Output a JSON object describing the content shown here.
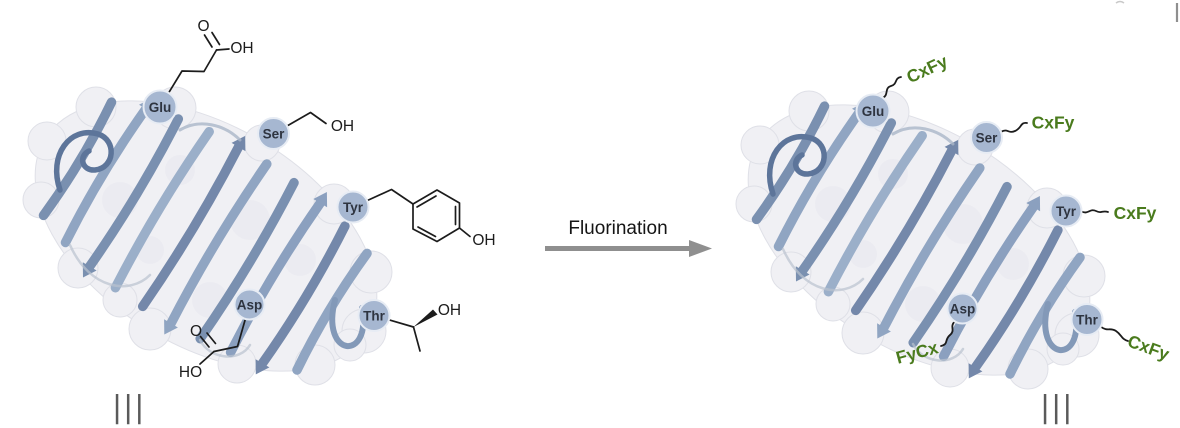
{
  "figure": {
    "process_label": "Fluorination",
    "left": {
      "residues": [
        {
          "label": "Glu"
        },
        {
          "label": "Ser"
        },
        {
          "label": "Tyr"
        },
        {
          "label": "Asp"
        },
        {
          "label": "Thr"
        }
      ],
      "atoms": {
        "glu_carbonyl_o": "O",
        "glu_hydroxyl": "OH",
        "ser_hydroxyl": "OH",
        "tyr_hydroxyl": "OH",
        "asp_carbonyl_o": "O",
        "asp_hydroxyl": "HO",
        "thr_hydroxyl": "OH"
      }
    },
    "right": {
      "residues": [
        {
          "label": "Glu",
          "tag": "CxFy"
        },
        {
          "label": "Ser",
          "tag": "CxFy"
        },
        {
          "label": "Tyr",
          "tag": "CxFy"
        },
        {
          "label": "Asp",
          "tag": "FyCx"
        },
        {
          "label": "Thr",
          "tag": "CxFy"
        }
      ]
    },
    "continuation_marks": "|||",
    "colors": {
      "fluoroalkyl_green": "#4a7b1d",
      "residue_circle_fill": "#a6b7d1",
      "ribbon_blue": "#7a90b0",
      "arrow_gray": "#8f8f8f"
    }
  }
}
